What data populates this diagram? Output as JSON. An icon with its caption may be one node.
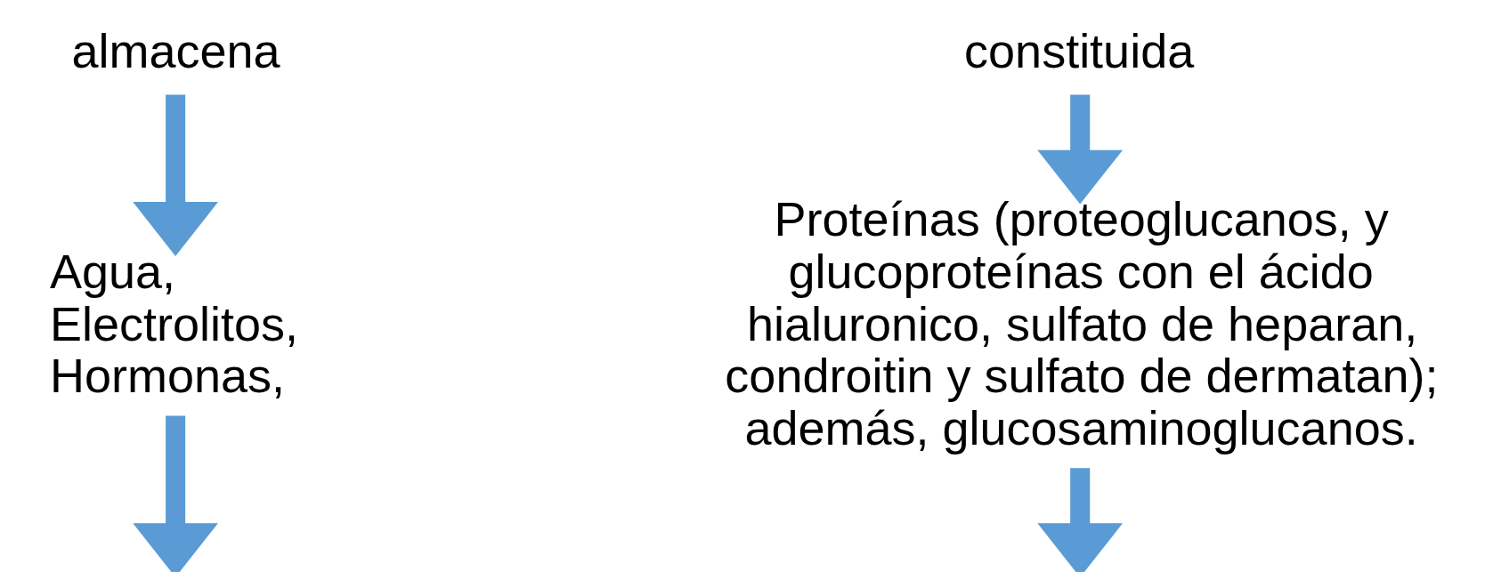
{
  "diagram": {
    "nodes": [
      {
        "text": [
          "almacena"
        ]
      },
      {
        "text": [
          "constituida"
        ]
      },
      {
        "text": [
          "Agua,",
          "Electrolitos,",
          "Hormonas,"
        ]
      },
      {
        "text": [
          "Proteínas (proteoglucanos, y glucoproteínas con el ácido hialuronico, sulfato de heparan, condroitin y sulfato de dermatan); además, glucosaminoglucanos."
        ]
      }
    ],
    "edges": [
      {
        "from": 0,
        "to": 2,
        "arrow": "to"
      },
      {
        "from": 1,
        "to": 3,
        "arrow": "to"
      },
      {
        "from": 2,
        "to": null,
        "arrow": "to"
      },
      {
        "from": 3,
        "to": null,
        "arrow": "to"
      }
    ]
  }
}
